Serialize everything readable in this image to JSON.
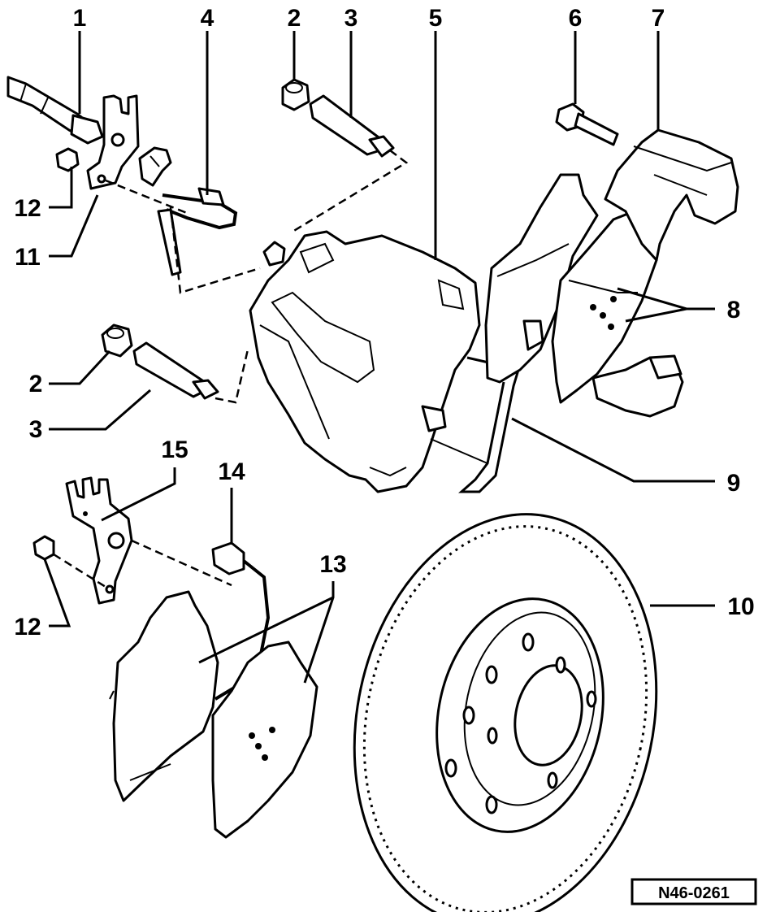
{
  "diagram": {
    "callouts": [
      {
        "id": "c1",
        "text": "1"
      },
      {
        "id": "c2a",
        "text": "2"
      },
      {
        "id": "c2b",
        "text": "2"
      },
      {
        "id": "c3a",
        "text": "3"
      },
      {
        "id": "c3b",
        "text": "3"
      },
      {
        "id": "c4",
        "text": "4"
      },
      {
        "id": "c5",
        "text": "5"
      },
      {
        "id": "c6",
        "text": "6"
      },
      {
        "id": "c7",
        "text": "7"
      },
      {
        "id": "c8",
        "text": "8"
      },
      {
        "id": "c9",
        "text": "9"
      },
      {
        "id": "c10",
        "text": "10"
      },
      {
        "id": "c11",
        "text": "11"
      },
      {
        "id": "c12a",
        "text": "12"
      },
      {
        "id": "c12b",
        "text": "12"
      },
      {
        "id": "c13",
        "text": "13"
      },
      {
        "id": "c14",
        "text": "14"
      },
      {
        "id": "c15",
        "text": "15"
      }
    ],
    "reference_code": "N46-0261"
  }
}
